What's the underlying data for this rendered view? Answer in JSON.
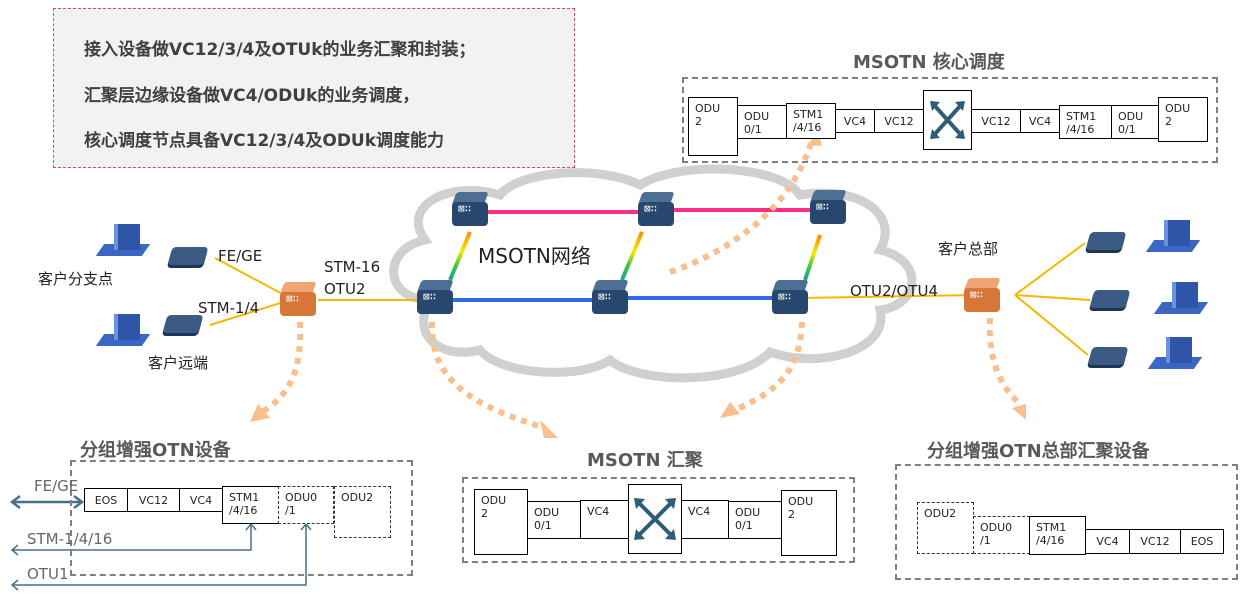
{
  "notes": {
    "line1": "接入设备做VC12/3/4及OTUk的业务汇聚和封装；",
    "line2": "汇聚层边缘设备做VC4/ODUk的业务调度，",
    "line3": "核心调度节点具备VC12/3/4及ODUk调度能力"
  },
  "network": {
    "cloud_label": "MSOTN网络",
    "labels": {
      "branch": "客户分支点",
      "remote": "客户远端",
      "hq": "客户总部",
      "fe_ge": "FE/GE",
      "stm_1_4": "STM-1/4",
      "stm16": "STM-16",
      "otu2": "OTU2",
      "otu2_otu4": "OTU2/OTU4"
    },
    "colors": {
      "ring_top": "#ff2d86",
      "ring_bottom": "#2f6be8",
      "access_link": "#f5b800",
      "arrow": "#fbbf8e",
      "node": "#27476e",
      "edge_node": "#e0824a",
      "cloud": "#c8c8c8"
    }
  },
  "core_panel": {
    "title": "MSOTN 核心调度",
    "left": [
      "ODU\n2",
      "ODU\n0/1",
      "STM1\n/4/16",
      "VC4",
      "VC12"
    ],
    "right": [
      "VC12",
      "VC4",
      "STM1\n/4/16",
      "ODU\n0/1",
      "ODU\n2"
    ]
  },
  "agg_panel": {
    "title": "MSOTN 汇聚",
    "left": [
      "ODU\n2",
      "ODU\n0/1",
      "VC4"
    ],
    "right": [
      "VC4",
      "ODU\n0/1",
      "ODU\n2"
    ]
  },
  "access_panel": {
    "title": "分组增强OTN设备",
    "cells": [
      "EOS",
      "VC12",
      "VC4",
      "STM1\n/4/16",
      "ODU0\n/1",
      "ODU2"
    ],
    "ports": [
      "FE/GE",
      "STM-1/4/16",
      "OTU1"
    ]
  },
  "hq_panel": {
    "title": "分组增强OTN总部汇聚设备",
    "cells": [
      "ODU2",
      "ODU0\n/1",
      "STM1\n/4/16",
      "VC4",
      "VC12",
      "EOS"
    ]
  }
}
